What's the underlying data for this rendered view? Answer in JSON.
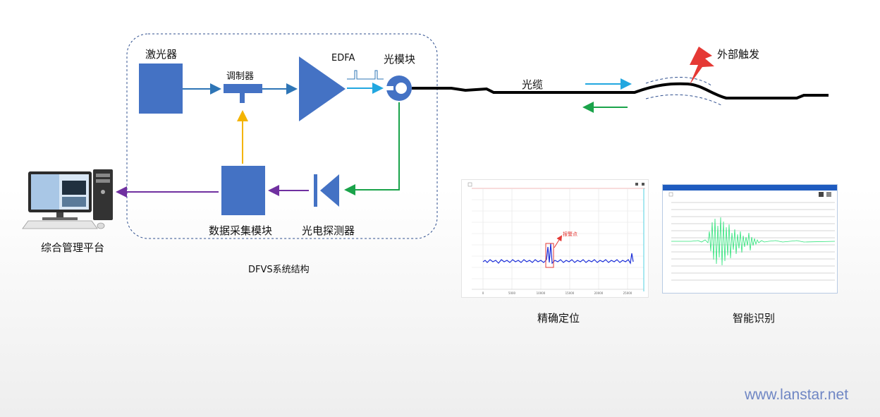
{
  "labels": {
    "laser": "激光器",
    "modulator": "调制器",
    "edfa": "EDFA",
    "optical_module": "光模块",
    "cable": "光缆",
    "external_trigger": "外部触发",
    "daq": "数据采集模块",
    "photodetector": "光电探测器",
    "platform": "综合管理平台",
    "structure_title": "DFVS系统结构",
    "precise_locate": "精确定位",
    "smart_identify": "智能识别",
    "alarm_point": "报警点",
    "watermark": "www.lanstar.net"
  },
  "colors": {
    "block": "#4472c4",
    "arrow_blue": "#2e75b6",
    "arrow_light_blue": "#22a7e0",
    "arrow_green": "#1aa34a",
    "arrow_yellow": "#f4b400",
    "arrow_purple": "#7030a0",
    "alarm_red": "#e53935",
    "dashed_border": "#2f4f8f"
  },
  "chart_data": [
    {
      "type": "line",
      "title": "",
      "x_ticks": [
        "0",
        "5000",
        "10000",
        "15000",
        "20000",
        "25000"
      ],
      "series": [
        {
          "values_note_free": true
        }
      ]
    },
    {
      "type": "line",
      "title": "",
      "x_ticks": [
        "",
        "",
        "",
        "",
        ""
      ]
    }
  ]
}
